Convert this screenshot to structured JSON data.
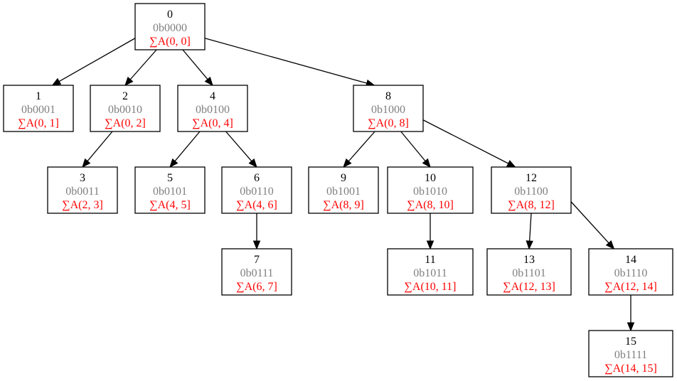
{
  "colors": {
    "id": "#000000",
    "binary": "#7f7f7f",
    "range": "#ff0000"
  },
  "nodes": {
    "n0": {
      "id": "0",
      "binary": "0b0000",
      "range": "∑A(0, 0]"
    },
    "n1": {
      "id": "1",
      "binary": "0b0001",
      "range": "∑A(0, 1]"
    },
    "n2": {
      "id": "2",
      "binary": "0b0010",
      "range": "∑A(0, 2]"
    },
    "n3": {
      "id": "3",
      "binary": "0b0011",
      "range": "∑A(2, 3]"
    },
    "n4": {
      "id": "4",
      "binary": "0b0100",
      "range": "∑A(0, 4]"
    },
    "n5": {
      "id": "5",
      "binary": "0b0101",
      "range": "∑A(4, 5]"
    },
    "n6": {
      "id": "6",
      "binary": "0b0110",
      "range": "∑A(4, 6]"
    },
    "n7": {
      "id": "7",
      "binary": "0b0111",
      "range": "∑A(6, 7]"
    },
    "n8": {
      "id": "8",
      "binary": "0b1000",
      "range": "∑A(0, 8]"
    },
    "n9": {
      "id": "9",
      "binary": "0b1001",
      "range": "∑A(8, 9]"
    },
    "n10": {
      "id": "10",
      "binary": "0b1010",
      "range": "∑A(8, 10]"
    },
    "n11": {
      "id": "11",
      "binary": "0b1011",
      "range": "∑A(10, 11]"
    },
    "n12": {
      "id": "12",
      "binary": "0b1100",
      "range": "∑A(8, 12]"
    },
    "n13": {
      "id": "13",
      "binary": "0b1101",
      "range": "∑A(12, 13]"
    },
    "n14": {
      "id": "14",
      "binary": "0b1110",
      "range": "∑A(12, 14]"
    },
    "n15": {
      "id": "15",
      "binary": "0b1111",
      "range": "∑A(14, 15]"
    }
  },
  "edges": [
    [
      "n0",
      "n1"
    ],
    [
      "n0",
      "n2"
    ],
    [
      "n0",
      "n4"
    ],
    [
      "n0",
      "n8"
    ],
    [
      "n2",
      "n3"
    ],
    [
      "n4",
      "n5"
    ],
    [
      "n4",
      "n6"
    ],
    [
      "n6",
      "n7"
    ],
    [
      "n8",
      "n9"
    ],
    [
      "n8",
      "n10"
    ],
    [
      "n8",
      "n12"
    ],
    [
      "n10",
      "n11"
    ],
    [
      "n12",
      "n13"
    ],
    [
      "n12",
      "n14"
    ],
    [
      "n14",
      "n15"
    ]
  ]
}
